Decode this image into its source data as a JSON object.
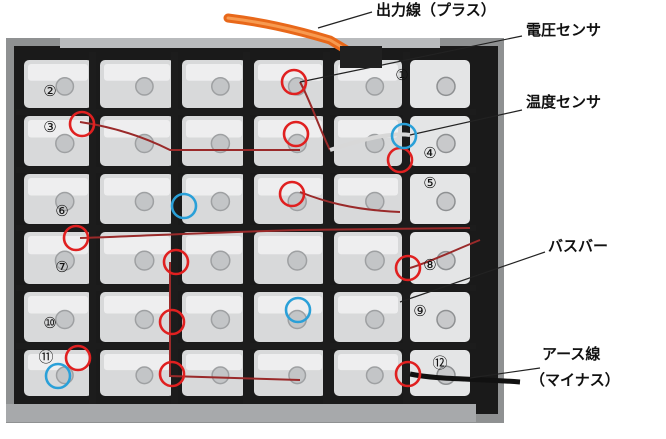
{
  "callouts": {
    "output_cable": "出力線（プラス）",
    "voltage_sensor": "電圧センサ",
    "temp_sensor": "温度センサ",
    "busbar": "バスバー",
    "ground_line": "アース線",
    "ground_sub": "（マイナス）"
  },
  "cell_numbers": [
    "①",
    "②",
    "③",
    "④",
    "⑤",
    "⑥",
    "⑦",
    "⑧",
    "⑨",
    "⑩",
    "⑪",
    "⑫"
  ],
  "colors": {
    "voltage_marker": "#e02020",
    "temp_marker": "#2aa0d8",
    "cable_orange": "#e8681a",
    "frame": "#1c1c1c",
    "cell": "#d8d9da"
  }
}
